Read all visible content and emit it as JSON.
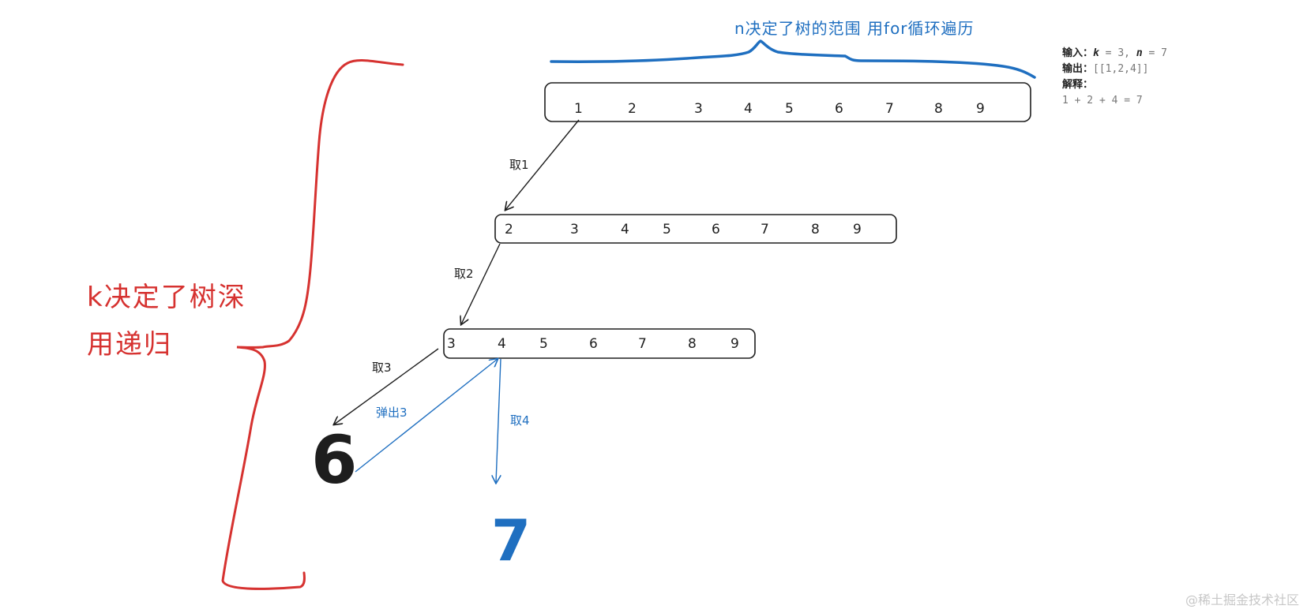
{
  "annotations": {
    "n_note": "n决定了树的范围  用for循环遍历",
    "k_note_line1": "k决定了树深",
    "k_note_line2": "用递归"
  },
  "rows": [
    [
      "1",
      "2",
      "3",
      "4",
      "5",
      "6",
      "7",
      "8",
      "9"
    ],
    [
      "2",
      "3",
      "4",
      "5",
      "6",
      "7",
      "8",
      "9"
    ],
    [
      "3",
      "4",
      "5",
      "6",
      "7",
      "8",
      "9"
    ]
  ],
  "edge_labels": {
    "take1": "取1",
    "take2": "取2",
    "take3": "取3",
    "pop3": "弹出3",
    "take4": "取4"
  },
  "leaf_nodes": {
    "six": "6",
    "seven": "7"
  },
  "example": {
    "input_label": "输入：",
    "k_name": "k",
    "k_value": " = 3, ",
    "n_name": "n",
    "n_value": " = 7",
    "output_label": "输出：",
    "output_value": "[[1,2,4]]",
    "explain_label": "解释：",
    "explain_value": "1 + 2 + 4 = 7"
  },
  "watermark": "@稀土掘金技术社区",
  "colors": {
    "ink": "#1e1e1e",
    "red": "#d63230",
    "blue": "#1f6fc0"
  }
}
